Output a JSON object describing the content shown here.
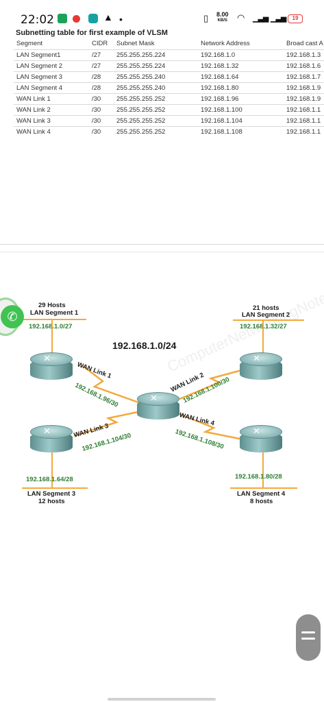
{
  "status_bar": {
    "time": "22:02",
    "network_speed": "8.00",
    "network_unit": "KB/S",
    "battery": "19"
  },
  "table": {
    "title": "Subnetting table for first example of VLSM",
    "headers": [
      "Segment",
      "CIDR",
      "Subnet Mask",
      "Network Address",
      "Broad cast A"
    ],
    "rows": [
      [
        "LAN Segment1",
        "/27",
        "255.255.255.224",
        "192.168.1.0",
        "192.168.1.3"
      ],
      [
        "LAN Segment 2",
        "/27",
        "255.255.255.224",
        "192.168.1.32",
        "192.168.1.6"
      ],
      [
        "LAN Segment 3",
        "/28",
        "255.255.255.240",
        "192.168.1.64",
        "192.168.1.7"
      ],
      [
        "LAN Segment 4",
        "/28",
        "255.255.255.240",
        "192.168.1.80",
        "192.168.1.9"
      ],
      [
        "WAN Link 1",
        "/30",
        "255.255.255.252",
        "192.168.1.96",
        "192.168.1.9"
      ],
      [
        "WAN Link 2",
        "/30",
        "255.255.255.252",
        "192.168.1.100",
        "192.168.1.1"
      ],
      [
        "WAN Link 3",
        "/30",
        "255.255.255.252",
        "192.168.1.104",
        "192.168.1.1"
      ],
      [
        "WAN Link 4",
        "/30",
        "255.255.255.252",
        "192.168.1.108",
        "192.168.1.1"
      ]
    ]
  },
  "diagram": {
    "network_title": "192.168.1.0/24",
    "watermark": "ComputerNetworkingNotes.com",
    "seg1": {
      "hosts": "29 Hosts",
      "name": "LAN Segment 1",
      "subnet": "192.168.1.0/27"
    },
    "seg2": {
      "hosts": "21 hosts",
      "name": "LAN Segment 2",
      "subnet": "192.168.1.32/27"
    },
    "seg3": {
      "hosts": "12 hosts",
      "name": "LAN Segment 3",
      "subnet": "192.168.1.64/28"
    },
    "seg4": {
      "hosts": "8 hosts",
      "name": "LAN Segment 4",
      "subnet": "192.168.1.80/28"
    },
    "wan1": {
      "name": "WAN Link 1",
      "subnet": "192.168.1.96/30"
    },
    "wan2": {
      "name": "WAN Link 2",
      "subnet": "192.168.1.100/30"
    },
    "wan3": {
      "name": "WAN Link 3",
      "subnet": "192.168.1.104/30"
    },
    "wan4": {
      "name": "WAN Link 4",
      "subnet": "192.168.1.108/30"
    }
  },
  "icons": {
    "whatsapp": "whatsapp-icon",
    "scroll": "scroll-handle-icon"
  },
  "colors": {
    "link": "#f2a93b",
    "subnet_text": "#2e7d32",
    "whatsapp": "#40c351"
  }
}
